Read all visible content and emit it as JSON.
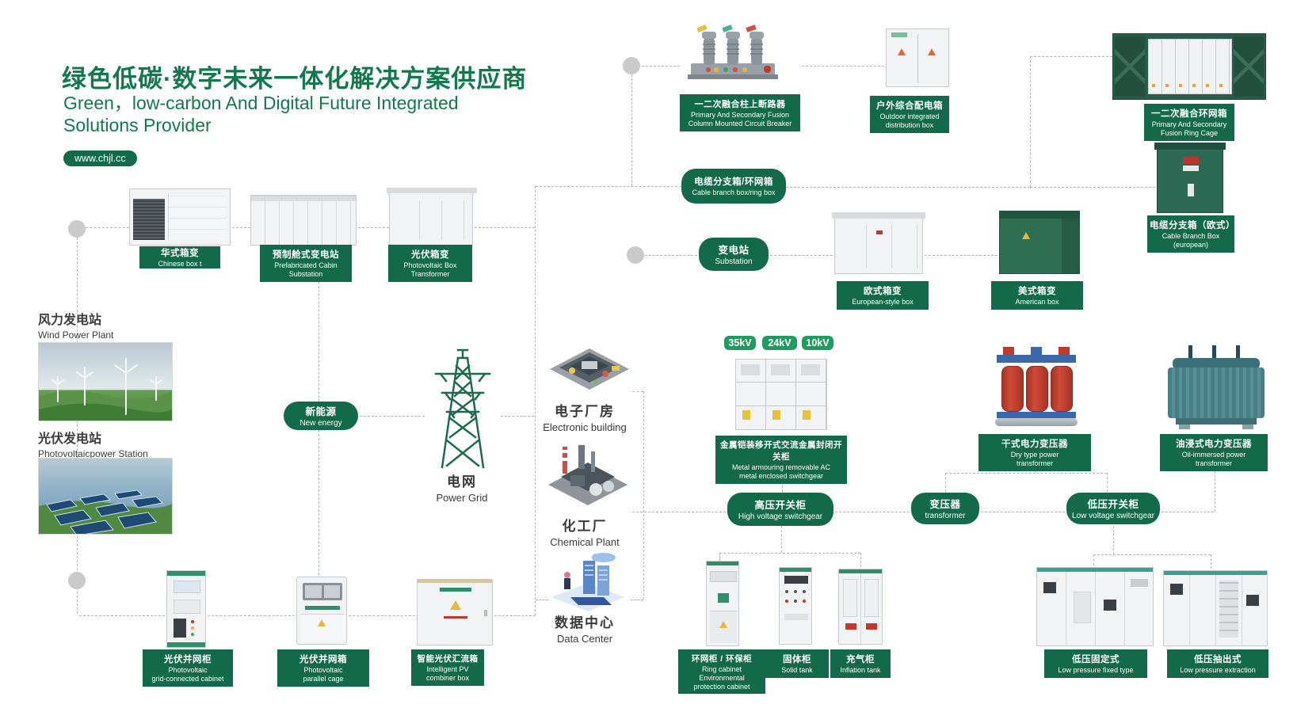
{
  "header": {
    "title_cn": "绿色低碳·数字未来一体化解决方案供应商",
    "title_en": "Green，low-carbon And Digital Future Integrated\nSolutions Provider",
    "website": "www.chjl.cc"
  },
  "colors": {
    "label_green": "#136A4B",
    "badge_green": "#1F9B60",
    "title_green": "#12794E",
    "line_gray": "#B3B3B3"
  },
  "voltages": {
    "v35": "35kV",
    "v24": "24kV",
    "v10": "10kV"
  },
  "scenes": {
    "wind": {
      "cn": "风力发电站",
      "en": "Wind Power Plant"
    },
    "pv_station": {
      "cn": "光伏发电站",
      "en": "Photovoltaicpower Station"
    },
    "grid": {
      "cn": "电网",
      "en": "Power Grid"
    },
    "electronic": {
      "cn": "电子厂房",
      "en": "Electronic building"
    },
    "chemical": {
      "cn": "化工厂",
      "en": "Chemical Plant"
    },
    "datacenter": {
      "cn": "数据中心",
      "en": "Data Center"
    }
  },
  "labels": {
    "chinese_box": {
      "cn": "华式箱变",
      "en": "Chinese box t"
    },
    "prefab_cabin": {
      "cn": "预制舱式变电站",
      "en": "Prefabricated Cabin\nSubstation"
    },
    "pv_box": {
      "cn": "光伏箱变",
      "en": "Photovoltaic Box\nTransformer"
    },
    "breaker": {
      "cn": "一二次融合柱上断路器",
      "en": "Primary And Secondary Fusion\nColumn Mounted Circuit Breaker"
    },
    "outdoor_box": {
      "cn": "户外综合配电箱",
      "en": "Outdoor integrated\ndistribution box"
    },
    "ring_cage": {
      "cn": "一二次融合环网箱",
      "en": "Primary And Secondary\nFusion Ring Cage"
    },
    "cable_branch_eu": {
      "cn": "电缆分支箱（欧式）",
      "en": "Cable Branch Box\n(european)"
    },
    "cable_branch_pill": {
      "cn": "电缆分支箱/环网箱",
      "en": "Cable branch box/ring box"
    },
    "substation_pill": {
      "cn": "变电站",
      "en": "Substation"
    },
    "euro_box": {
      "cn": "欧式箱变",
      "en": "European-style box"
    },
    "american_box": {
      "cn": "美式箱变",
      "en": "American box"
    },
    "new_energy_pill": {
      "cn": "新能源",
      "en": "New energy"
    },
    "metal_switchgear": {
      "cn": "金属铠装移开式交流金属封闭开关柜",
      "en": "Metal armouring removable AC\nmetal enclosed switchgear"
    },
    "hv_pill": {
      "cn": "高压开关柜",
      "en": "High voltage switchgear"
    },
    "dry_transformer": {
      "cn": "干式电力变压器",
      "en": "Dry type power\ntransformer"
    },
    "oil_transformer": {
      "cn": "油浸式电力变压器",
      "en": "Oil-immersed power\ntransformer"
    },
    "transformer_pill": {
      "cn": "变压器",
      "en": "transformer"
    },
    "lv_pill": {
      "cn": "低压开关柜",
      "en": "Low voltage switchgear"
    },
    "ring_cabinet": {
      "cn": "环网柜 / 环保柜",
      "en": "Ring cabinet Environmental\nprotection cabinet"
    },
    "solid_cabinet": {
      "cn": "固体柜",
      "en": "Solid tank"
    },
    "gas_cabinet": {
      "cn": "充气柜",
      "en": "Inflation tank"
    },
    "lv_fixed": {
      "cn": "低压固定式",
      "en": "Low pressure fixed type"
    },
    "lv_drawout": {
      "cn": "低压抽出式",
      "en": "Low pressure extraction"
    },
    "pv_grid_cabinet": {
      "cn": "光伏并网柜",
      "en": "Photovoltaic\ngrid-connected cabinet"
    },
    "pv_parallel_box": {
      "cn": "光伏并网箱",
      "en": "Photovoltaic\nparallel cage"
    },
    "pv_combiner": {
      "cn": "智能光伏汇流箱",
      "en": "Intelligent PV\ncombiner box"
    }
  }
}
